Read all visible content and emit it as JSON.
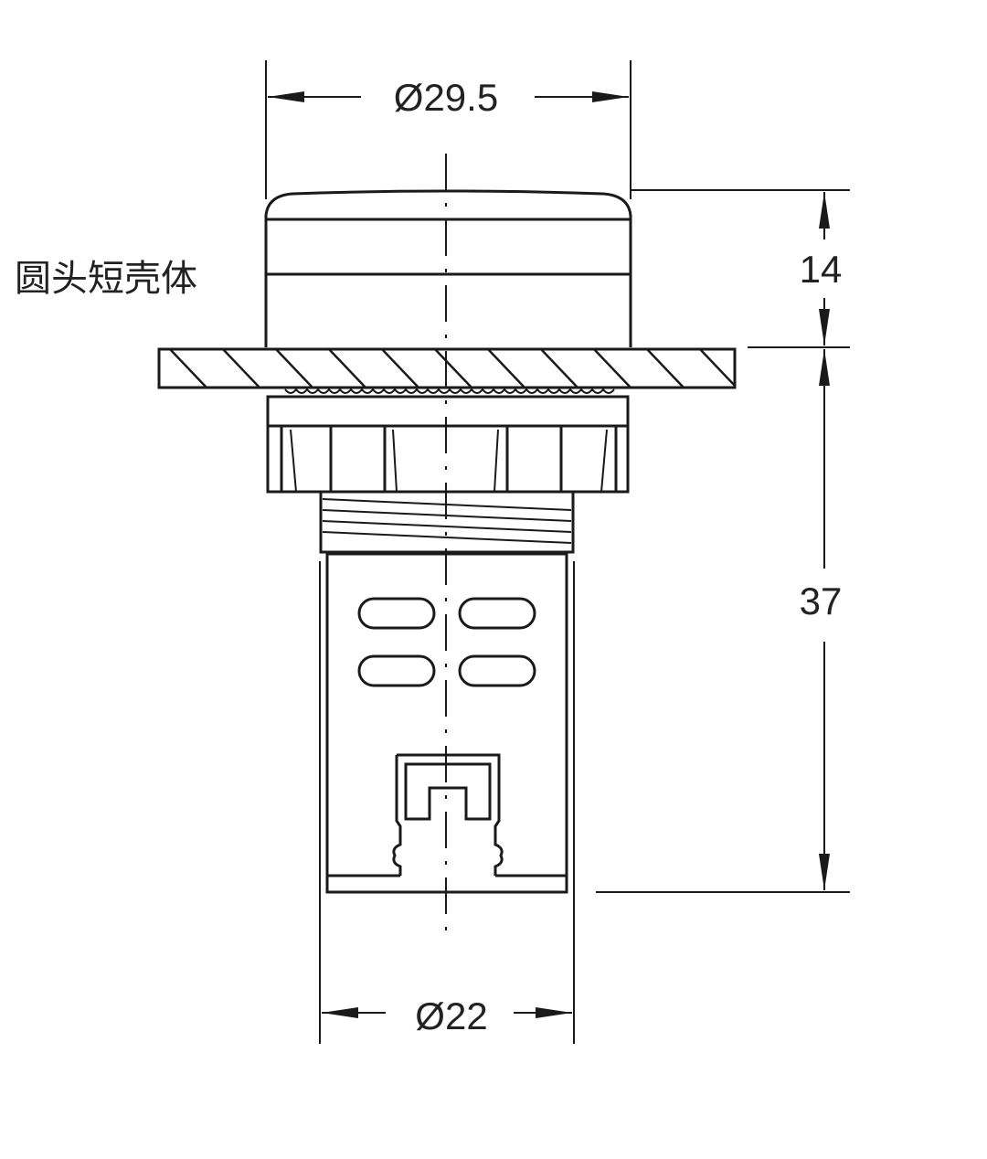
{
  "labels": {
    "part_name": "圆头短壳体"
  },
  "dimensions": {
    "head_diameter": "Ø29.5",
    "head_height": "14",
    "body_length": "37",
    "body_diameter": "Ø22"
  }
}
